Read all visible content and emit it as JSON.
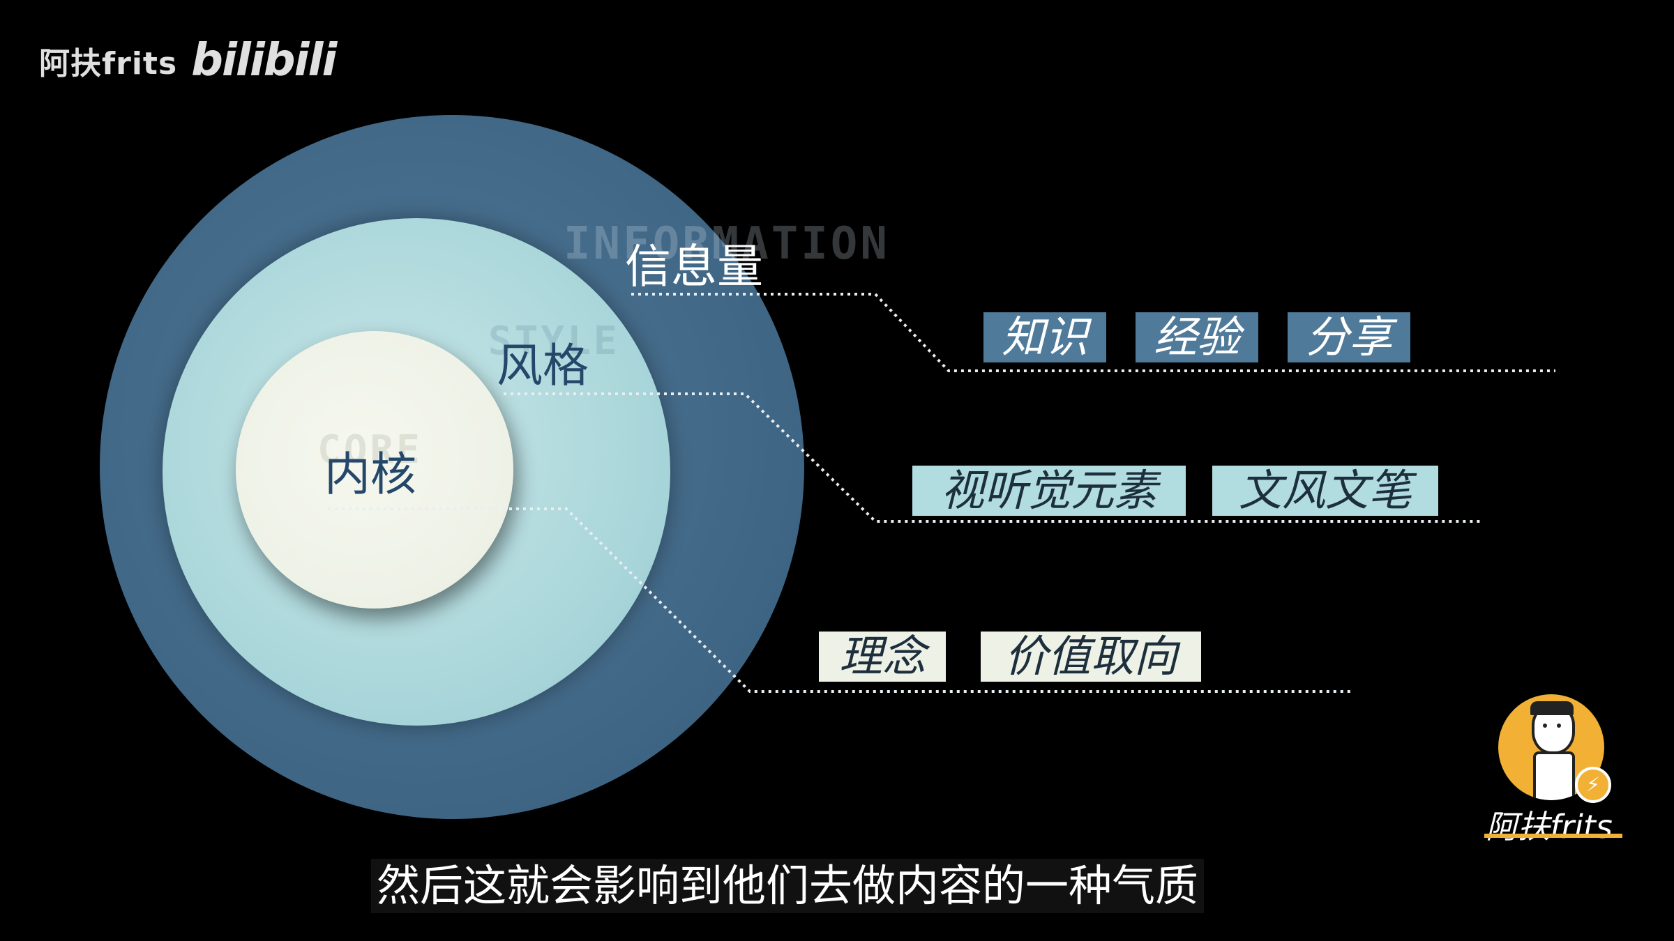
{
  "watermark": {
    "author": "阿扶frits",
    "logo": "bilibili"
  },
  "diagram": {
    "ghost_labels": {
      "information": "INFORMATION",
      "style": "STYLE",
      "core": "CORE"
    },
    "layers": {
      "information": "信息量",
      "style": "风格",
      "core": "内核"
    },
    "tags": {
      "information": [
        "知识",
        "经验",
        "分享"
      ],
      "style": [
        "视听觉元素",
        "文风文笔"
      ],
      "core": [
        "理念",
        "价值取向"
      ]
    }
  },
  "avatar": {
    "name": "阿扶frits",
    "badge_icon": "lightning-bolt-icon"
  },
  "subtitle": "然后这就会影响到他们去做内容的一种气质",
  "colors": {
    "background": "#000000",
    "outer_ring": "#4f7896",
    "middle_ring": "#a9d6da",
    "inner_circle": "#eef1e6",
    "tag_blue": "#4f7a9a",
    "tag_teal": "#b2dde0",
    "tag_cream": "#eef1e6",
    "accent_orange": "#f2b134"
  }
}
